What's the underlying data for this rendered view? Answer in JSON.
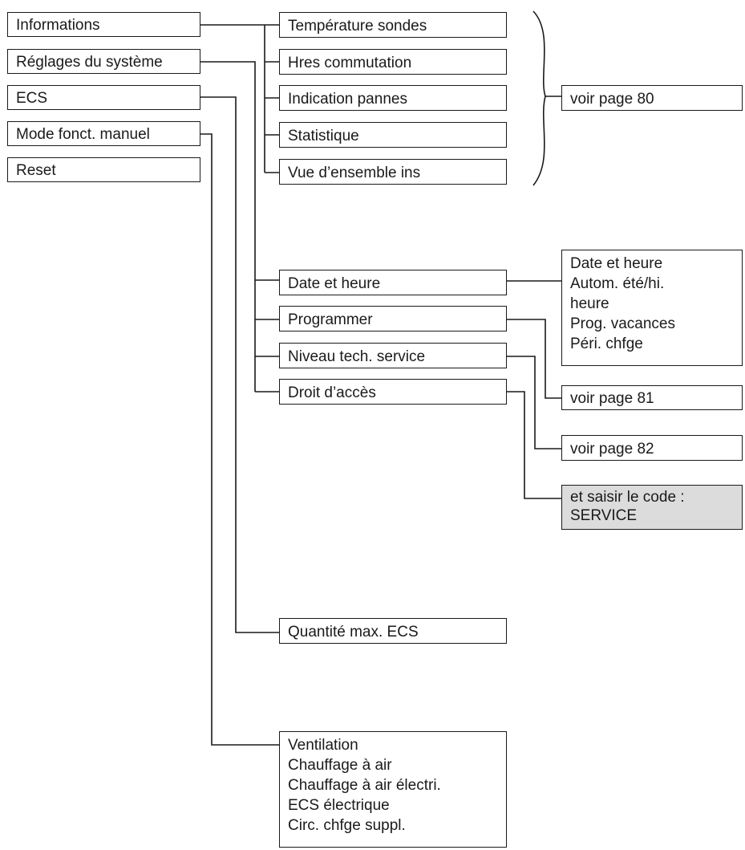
{
  "main_menu": [
    "Informations",
    "Réglages du système",
    "ECS",
    "Mode fonct. manuel",
    "Reset"
  ],
  "informations_submenu": [
    "Température sondes",
    "Hres commutation",
    "Indication pannes",
    "Statistique",
    "Vue d’ensemble ins"
  ],
  "informations_ref": "voir page 80",
  "system_submenu": [
    "Date et heure",
    "Programmer",
    "Niveau tech. service",
    "Droit d’accès"
  ],
  "date_time_options": [
    "Date et heure",
    "Autom. été/hi.",
    "heure",
    "Prog. vacances",
    "Péri. chfge"
  ],
  "programmer_ref": "voir page 81",
  "service_ref": "voir page 82",
  "access_code": [
    "et saisir le code :",
    "SERVICE"
  ],
  "ecs_submenu": [
    "Quantité max. ECS"
  ],
  "manual_options": [
    "Ventilation",
    "Chauffage à air",
    "Chauffage à air électri.",
    "ECS électrique",
    "Circ. chfge suppl."
  ],
  "colors": {
    "line": "#1a1a1a",
    "highlight": "#dcdcdc"
  }
}
